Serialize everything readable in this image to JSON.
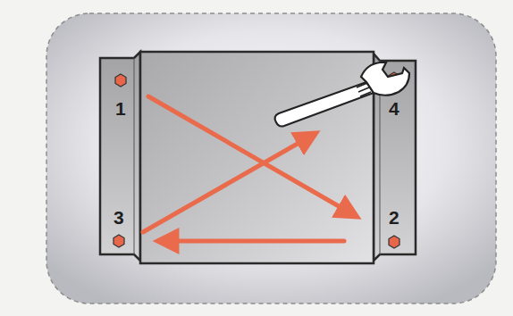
{
  "diagram": {
    "labels": [
      "1",
      "4",
      "3",
      "2"
    ]
  }
}
